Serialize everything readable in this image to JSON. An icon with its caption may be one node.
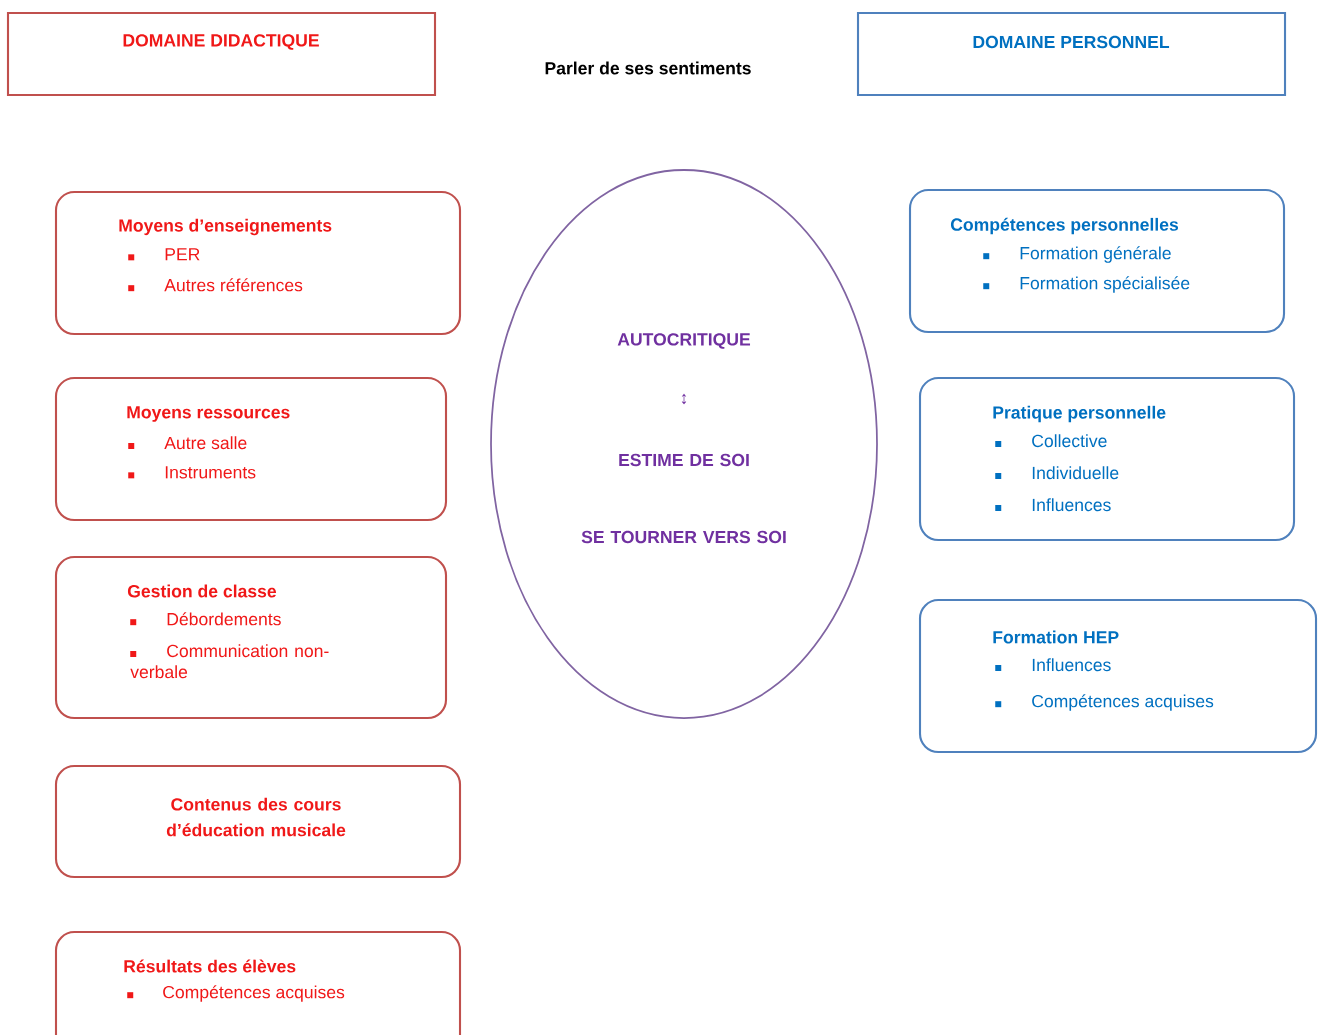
{
  "diagram": {
    "nodes": [
      {
        "text": [
          "DOMAINE DIDACTIQUE"
        ]
      },
      {
        "text": [
          "DOMAINE PERSONNEL"
        ]
      },
      {
        "text": [
          "Moyens d’enseignements",
          "PER",
          "Autres références"
        ]
      },
      {
        "text": [
          "Moyens ressources",
          "Autre salle",
          "Instruments"
        ]
      },
      {
        "text": [
          "Gestion de classe",
          "Débordements",
          "Communication non-verbale"
        ]
      },
      {
        "text": [
          "Contenus des cours d’éducation musicale"
        ]
      },
      {
        "text": [
          "Résultats des élèves",
          "Compétences acquises"
        ]
      },
      {
        "text": [
          "AUTOCRITIQUE",
          "↕",
          "ESTIME DE SOI",
          "SE TOURNER VERS SOI"
        ]
      },
      {
        "text": [
          "Compétences personnelles",
          "Formation générale",
          "Formation spécialisée"
        ]
      },
      {
        "text": [
          "Pratique personnelle",
          "Collective",
          "Individuelle",
          "Influences"
        ]
      },
      {
        "text": [
          "Formation HEP",
          "Influences",
          "Compétences acquises"
        ]
      }
    ],
    "labels": [
      "Parler de ses sentiments"
    ]
  }
}
